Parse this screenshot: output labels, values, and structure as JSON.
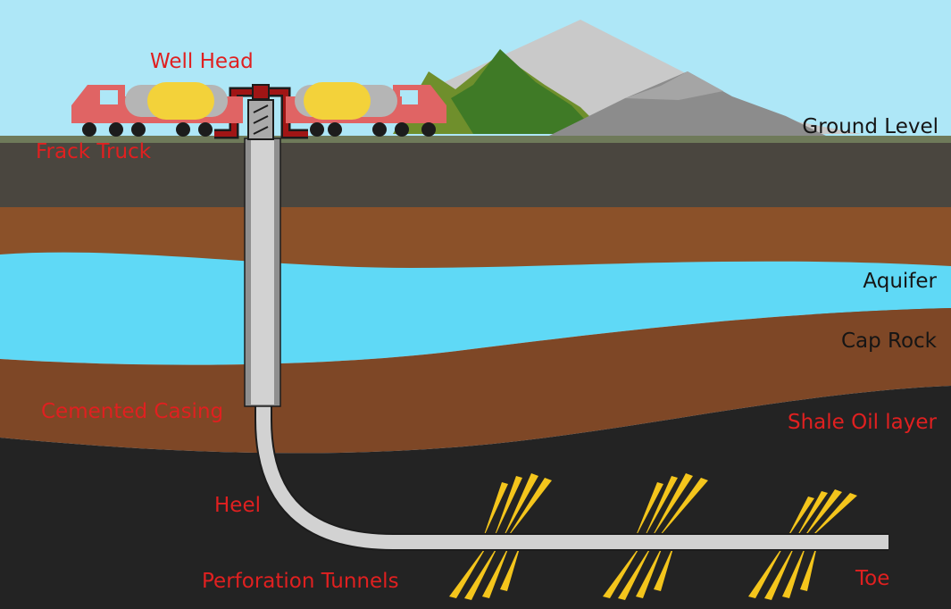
{
  "labels": {
    "well_head": "Well Head",
    "frack_truck": "Frack Truck",
    "ground_level": "Ground Level",
    "aquifer": "Aquifer",
    "cap_rock": "Cap Rock",
    "cemented_casing": "Cemented Casing",
    "shale_oil_layer": "Shale Oil layer",
    "heel": "Heel",
    "perforation_tunnels": "Perforation Tunnels",
    "toe": "Toe"
  },
  "colors": {
    "sky": "#aee7f7",
    "topsoil": "#4a463f",
    "clay": "#8b5129",
    "aquifer": "#5fd9f6",
    "cap_rock": "#7e4726",
    "shale": "#232323",
    "pipe": "#d2d2d2",
    "fracture": "#f4c51c",
    "label_red": "#e02020",
    "label_dark": "#151515"
  }
}
